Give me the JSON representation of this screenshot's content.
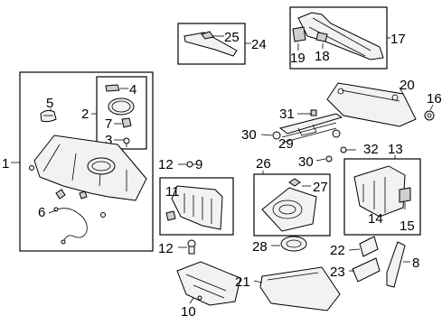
{
  "callouts": {
    "c1": "1",
    "c2": "2",
    "c3": "3",
    "c4": "4",
    "c5": "5",
    "c6": "6",
    "c7": "7",
    "c8": "8",
    "c9": "9",
    "c10": "10",
    "c11": "11",
    "c12a": "12",
    "c12b": "12",
    "c13": "13",
    "c14": "14",
    "c15": "15",
    "c16": "16",
    "c17": "17",
    "c18": "18",
    "c19": "19",
    "c20": "20",
    "c21": "21",
    "c22": "22",
    "c23": "23",
    "c24": "24",
    "c25": "25",
    "c26": "26",
    "c27": "27",
    "c28": "28",
    "c29": "29",
    "c30a": "30",
    "c30b": "30",
    "c31": "31",
    "c32": "32"
  }
}
